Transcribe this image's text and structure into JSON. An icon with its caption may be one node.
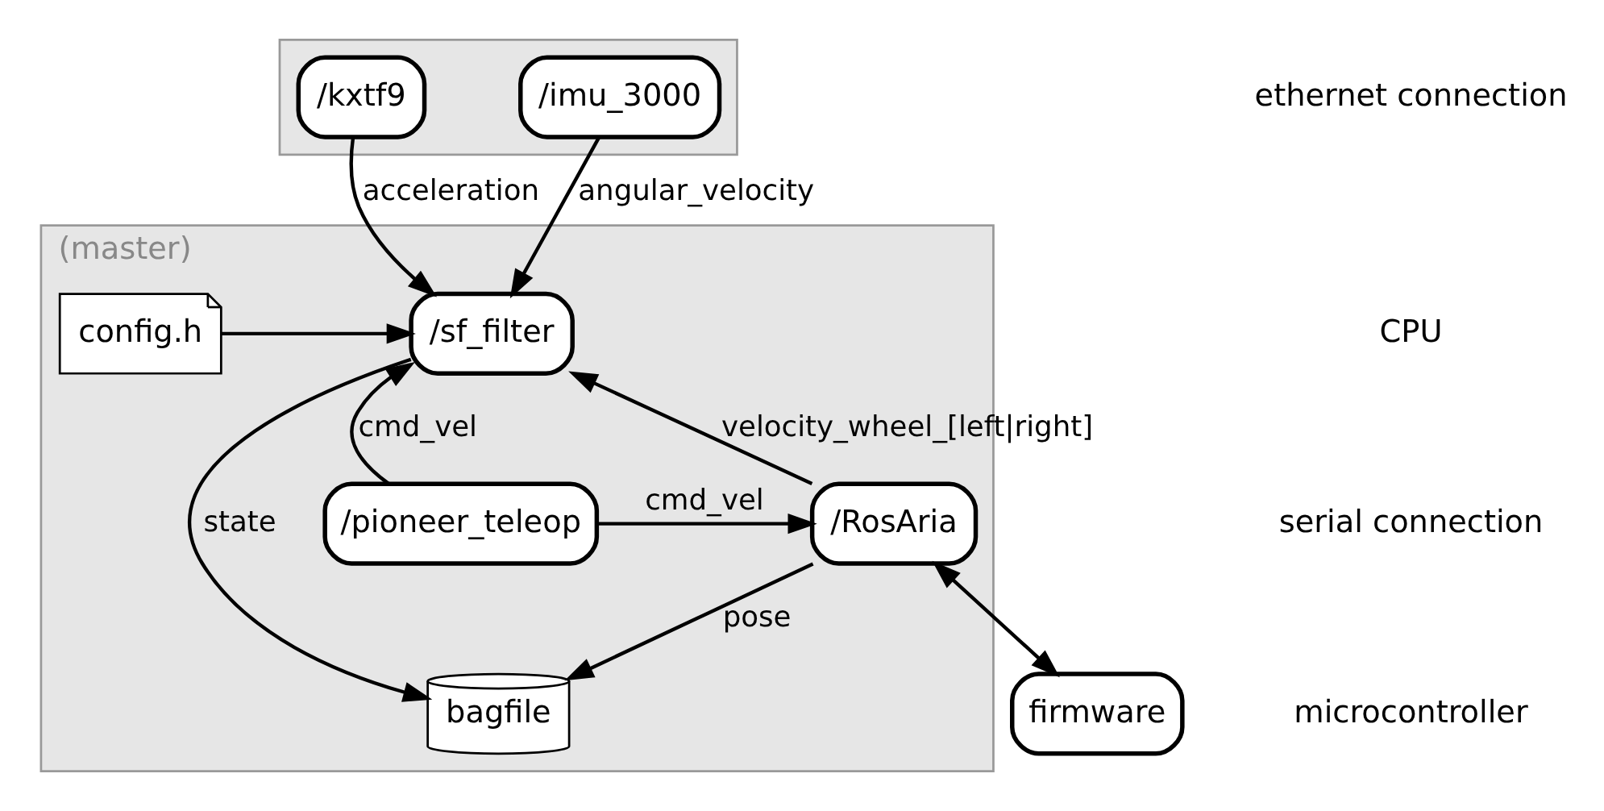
{
  "diagram": {
    "nodes": [
      {
        "text": [],
        "shape": "box"
      },
      {
        "text": [
          "/kxtf9"
        ],
        "in": 0
      },
      {
        "text": [
          "/imu_3000"
        ],
        "in": 0
      },
      {
        "text": [
          "(master)"
        ]
      },
      {
        "text": [
          "config.h"
        ],
        "in": 3
      },
      {
        "text": [
          "/sf_filter"
        ],
        "in": 3
      },
      {
        "text": [
          "bagfile"
        ],
        "in": 3
      },
      {
        "text": [
          "/pioneer_teleop"
        ],
        "in": 3
      },
      {
        "text": [
          "/RosAria"
        ],
        "in": 3
      },
      {
        "text": [
          "firmware"
        ]
      }
    ],
    "edges": [
      {
        "from": 1,
        "to": 5,
        "arrow": "to",
        "label": "acceleration"
      },
      {
        "from": 2,
        "to": 5,
        "arrow": "to",
        "label": "angular_velocity"
      },
      {
        "from": 4,
        "to": 5,
        "arrow": "to"
      },
      {
        "from": 5,
        "to": 6,
        "arrow": "to",
        "label": "state"
      },
      {
        "from": 7,
        "to": 5,
        "arrow": "to",
        "label": "cmd_vel"
      },
      {
        "from": 7,
        "to": 8,
        "arrow": "to",
        "label": "cmd_vel"
      },
      {
        "from": 8,
        "to": 5,
        "arrow": "to",
        "label": "velocity_wheel_[left|right]"
      },
      {
        "from": 8,
        "to": 6,
        "arrow": "to",
        "label": "pose"
      },
      {
        "from": 8,
        "to": 9,
        "arrow": "both"
      }
    ],
    "labels": [
      "ethernet connection",
      "CPU",
      "serial connection",
      "microcontroller"
    ]
  }
}
